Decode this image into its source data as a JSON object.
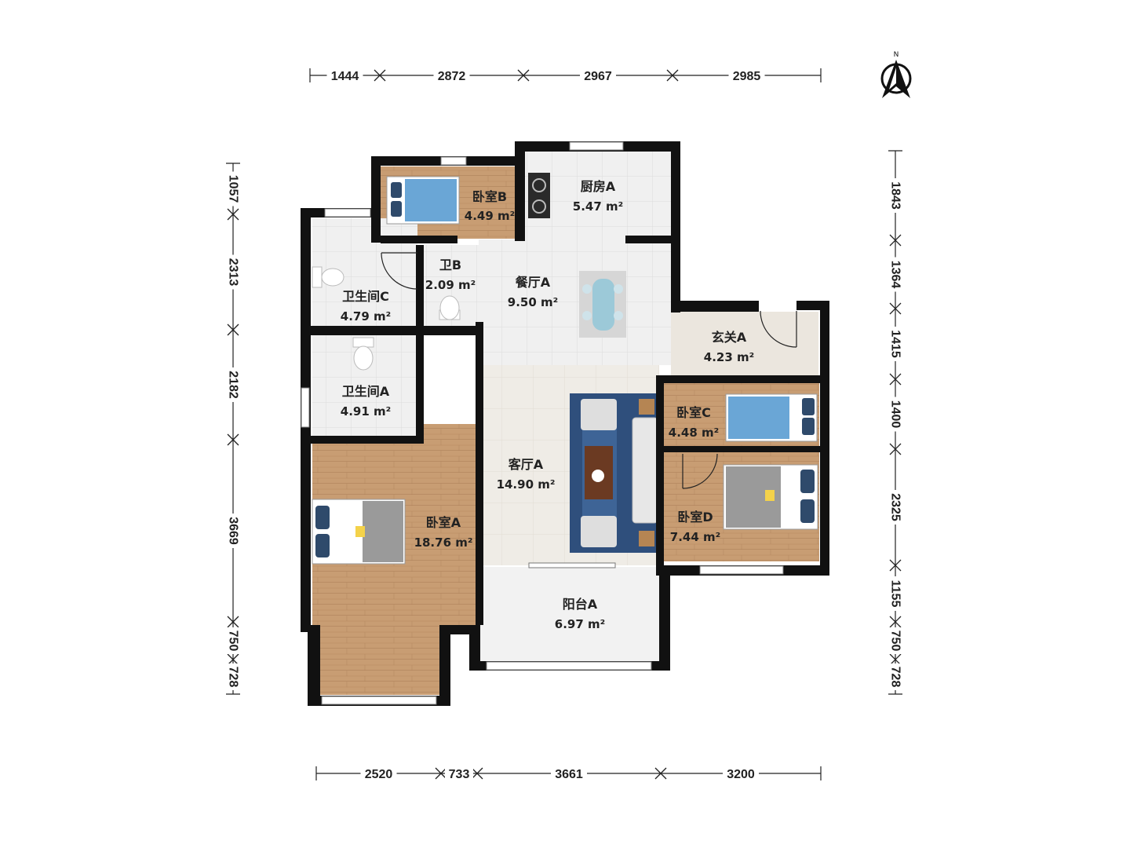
{
  "compass": {
    "label": "N",
    "icon": "north-arrow-icon"
  },
  "dimensions": {
    "top": [
      "1444",
      "2872",
      "2967",
      "2985"
    ],
    "bottom": [
      "2520",
      "733",
      "3661",
      "3200"
    ],
    "left": [
      "1057",
      "2313",
      "2182",
      "3669",
      "750",
      "728"
    ],
    "right": [
      "1843",
      "1364",
      "1415",
      "1400",
      "2325",
      "1155",
      "750",
      "728"
    ]
  },
  "rooms": {
    "bedroom_b": {
      "name": "卧室B",
      "area": "4.49 m²"
    },
    "kitchen_a": {
      "name": "厨房A",
      "area": "5.47 m²"
    },
    "wc_b": {
      "name": "卫B",
      "area": "2.09 m²"
    },
    "dining_a": {
      "name": "餐厅A",
      "area": "9.50 m²"
    },
    "bath_c": {
      "name": "卫生间C",
      "area": "4.79 m²"
    },
    "entry_a": {
      "name": "玄关A",
      "area": "4.23 m²"
    },
    "bath_a": {
      "name": "卫生间A",
      "area": "4.91 m²"
    },
    "bedroom_c": {
      "name": "卧室C",
      "area": "4.48 m²"
    },
    "living_a": {
      "name": "客厅A",
      "area": "14.90 m²"
    },
    "bedroom_a": {
      "name": "卧室A",
      "area": "18.76 m²"
    },
    "bedroom_d": {
      "name": "卧室D",
      "area": "7.44 m²"
    },
    "balcony_a": {
      "name": "阳台A",
      "area": "6.97 m²"
    }
  },
  "colors": {
    "wall": "#111111",
    "wood": "#c79c72",
    "tile": "#eeeeee",
    "balcony": "#f1f1f1",
    "entry": "#ebe6df",
    "living_floor": "#efebe3",
    "rug": "#2f4f7c",
    "bed_blue": "#5d9bd1"
  }
}
